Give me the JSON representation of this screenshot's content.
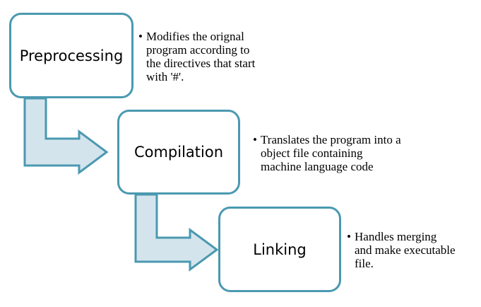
{
  "stages": [
    {
      "label": "Preprocessing",
      "description": [
        "Modifies the orignal",
        "program according to",
        "the directives that start",
        "with '#'."
      ]
    },
    {
      "label": "Compilation",
      "description": [
        "Translates the program into a",
        "object file containing",
        "machine language code"
      ]
    },
    {
      "label": "Linking",
      "description": [
        "Handles merging",
        "and make executable",
        "file."
      ]
    }
  ],
  "bullet": "•",
  "colors": {
    "box_border": "#4a99b0",
    "arrow_fill": "#d4e4ed",
    "arrow_stroke": "#4a99b0",
    "text": "#000000",
    "background": "#ffffff"
  }
}
